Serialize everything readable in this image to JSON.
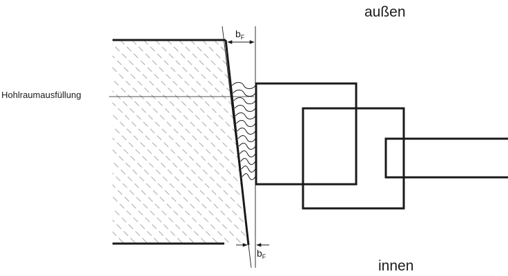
{
  "labels": {
    "outside": "außen",
    "inside": "innen",
    "cavity_fill": "Hohlraumausfüllung",
    "gap_top_main": "b",
    "gap_top_sub": "F",
    "gap_bottom_main": "b",
    "gap_bottom_sub": "F"
  },
  "colors": {
    "line": "#1a1a1a",
    "hatch": "#b5b5b5",
    "background": "#ffffff"
  }
}
